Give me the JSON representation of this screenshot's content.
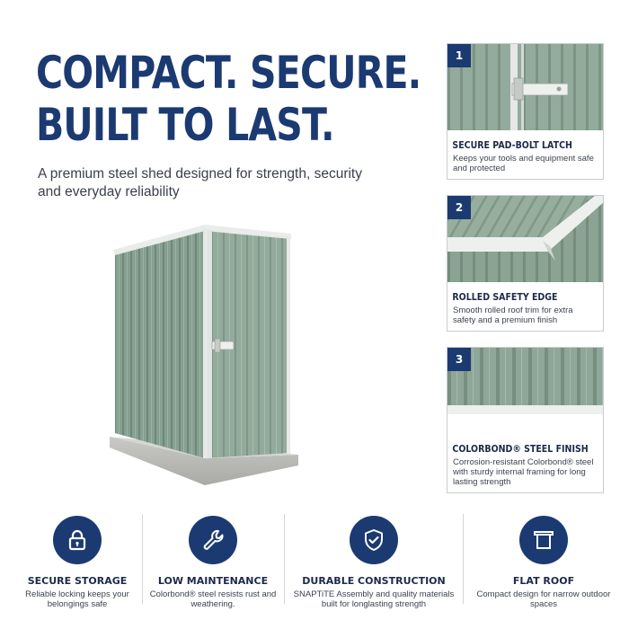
{
  "headline": {
    "line1": "COMPACT. SECURE.",
    "line2": "BUILT TO LAST."
  },
  "subheadline": "A premium steel shed designed for strength, security and everyday reliability",
  "colors": {
    "brand_navy": "#1c3a72",
    "shed_green": "#8fa799"
  },
  "cards": [
    {
      "number": "1",
      "title": "SECURE PAD-BOLT LATCH",
      "description": "Keeps your tools and equipment safe and protected"
    },
    {
      "number": "2",
      "title": "ROLLED SAFETY EDGE",
      "description": "Smooth rolled roof trim for extra safety and a premium finish"
    },
    {
      "number": "3",
      "title": "COLORBOND® STEEL FINISH",
      "description": "Corrosion-resistant Colorbond® steel with sturdy internal framing for long lasting strength"
    }
  ],
  "features": [
    {
      "icon": "padlock-icon",
      "title": "SECURE STORAGE",
      "description": "Reliable locking keeps your belongings safe"
    },
    {
      "icon": "wrench-icon",
      "title": "LOW MAINTENANCE",
      "description": "Colorbond® steel resists rust and weathering."
    },
    {
      "icon": "shield-check-icon",
      "title": "DURABLE CONSTRUCTION",
      "description": "SNAPTiTE Assembly and quality materials built for longlasting strength"
    },
    {
      "icon": "flat-roof-icon",
      "title": "FLAT ROOF",
      "description": "Compact design for narrow outdoor spaces"
    }
  ]
}
